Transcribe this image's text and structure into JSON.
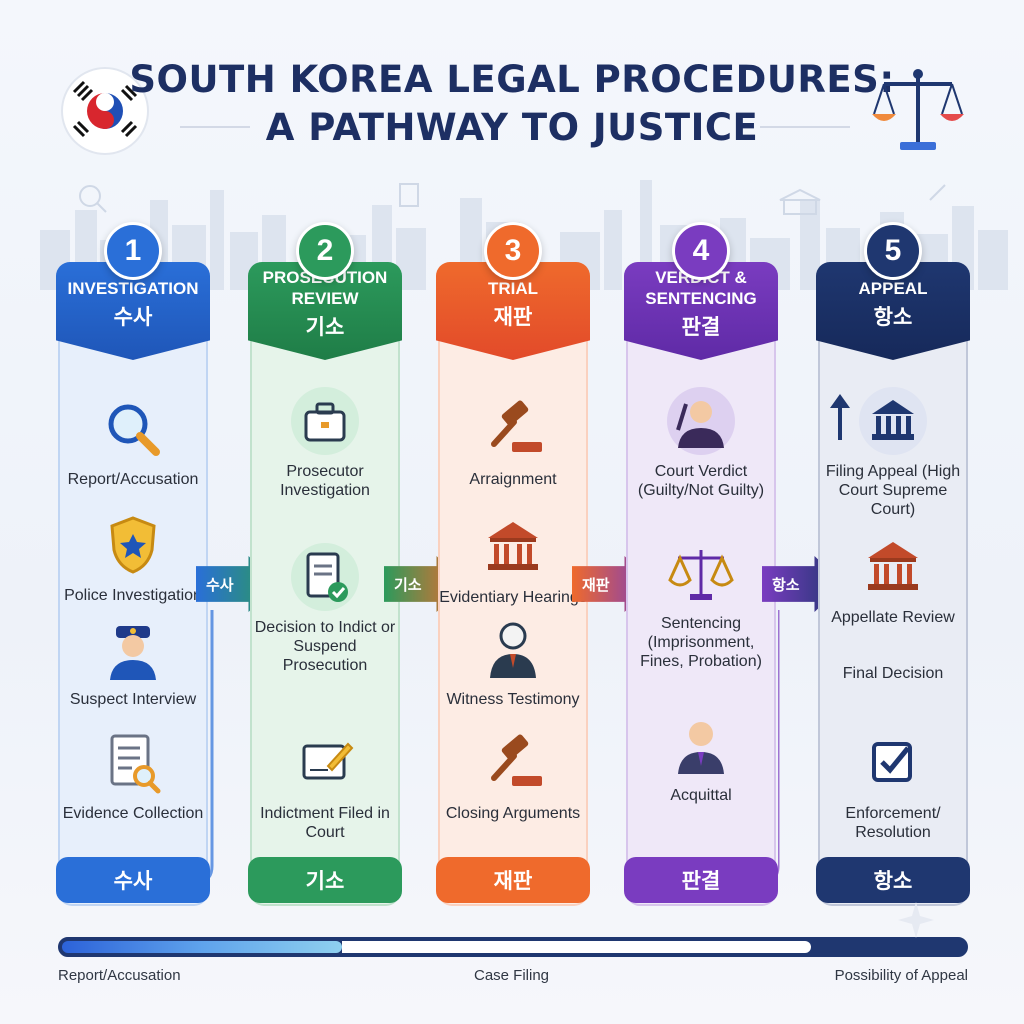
{
  "title": {
    "line1": "SOUTH KOREA LEGAL PROCEDURES:",
    "line2": "A PATHWAY TO JUSTICE"
  },
  "icons": {
    "left": "korean-flag-icon",
    "right": "scales-of-justice-icon"
  },
  "stages": [
    {
      "number": "1",
      "title": "INVESTIGATION",
      "title_ko": "수사",
      "footer": "수사",
      "color": "#2a6fd8",
      "color_dark": "#1f56b8",
      "tint": "#e7effb",
      "steps": [
        {
          "icon": "magnifying-glass-icon",
          "label": "Report/Accusation"
        },
        {
          "icon": "police-badge-icon",
          "label": "Police Investigation"
        },
        {
          "icon": "police-officer-icon",
          "label": "Suspect Interview"
        },
        {
          "icon": "evidence-document-icon",
          "label": "Evidence Collection"
        }
      ],
      "arrow": "수사"
    },
    {
      "number": "2",
      "title": "PROSECUTION REVIEW",
      "title_ko": "기소",
      "footer": "기소",
      "color": "#2c9a5c",
      "color_dark": "#1f7d47",
      "tint": "#e6f4ea",
      "steps": [
        {
          "icon": "briefcase-icon",
          "label": "Prosecutor Investigation"
        },
        {
          "icon": "checked-document-icon",
          "label": "Decision to Indict or Suspend Prosecution"
        },
        {
          "icon": "signing-document-icon",
          "label": "Indictment Filed in Court"
        }
      ],
      "arrow": "기소"
    },
    {
      "number": "3",
      "title": "TRIAL",
      "title_ko": "재판",
      "footer": "재판",
      "color": "#ef6a2c",
      "color_dark": "#e24a2a",
      "tint": "#fdece4",
      "steps": [
        {
          "icon": "gavel-icon",
          "label": "Arraignment"
        },
        {
          "icon": "courthouse-icon",
          "label": "Evidentiary Hearings"
        },
        {
          "icon": "witness-person-icon",
          "label": "Witness Testimony"
        },
        {
          "icon": "gavel-icon",
          "label": "Closing Arguments"
        }
      ],
      "arrow": "재판"
    },
    {
      "number": "4",
      "title": "VERDICT & SENTENCING",
      "title_ko": "판결",
      "footer": "판결",
      "color": "#7a3cc0",
      "color_dark": "#5f2aa6",
      "tint": "#efe8f8",
      "steps": [
        {
          "icon": "judge-icon",
          "label": "Court Verdict (Guilty/Not Guilty)"
        },
        {
          "icon": "scales-icon",
          "label": "Sentencing (Imprisonment, Fines, Probation)"
        },
        {
          "icon": "acquitted-person-icon",
          "label": "Acquittal"
        }
      ],
      "arrow": "항소"
    },
    {
      "number": "5",
      "title": "APPEAL",
      "title_ko": "항소",
      "footer": "항소",
      "color": "#1f3770",
      "color_dark": "#16295a",
      "tint": "#e9ecf4",
      "steps": [
        {
          "icon": "high-court-icon",
          "label": "Filing Appeal (High Court Supreme Court)"
        },
        {
          "icon": "courthouse-icon",
          "label": "Appellate Review"
        },
        {
          "icon": "",
          "label": "Final Decision"
        },
        {
          "icon": "checkbox-icon",
          "label": "Enforcement/ Resolution"
        }
      ]
    }
  ],
  "progress": {
    "value": 0.31,
    "start_label": "Report/Accusation",
    "mid_label": "Case Filing",
    "end_label": "Possibility of Appeal"
  }
}
